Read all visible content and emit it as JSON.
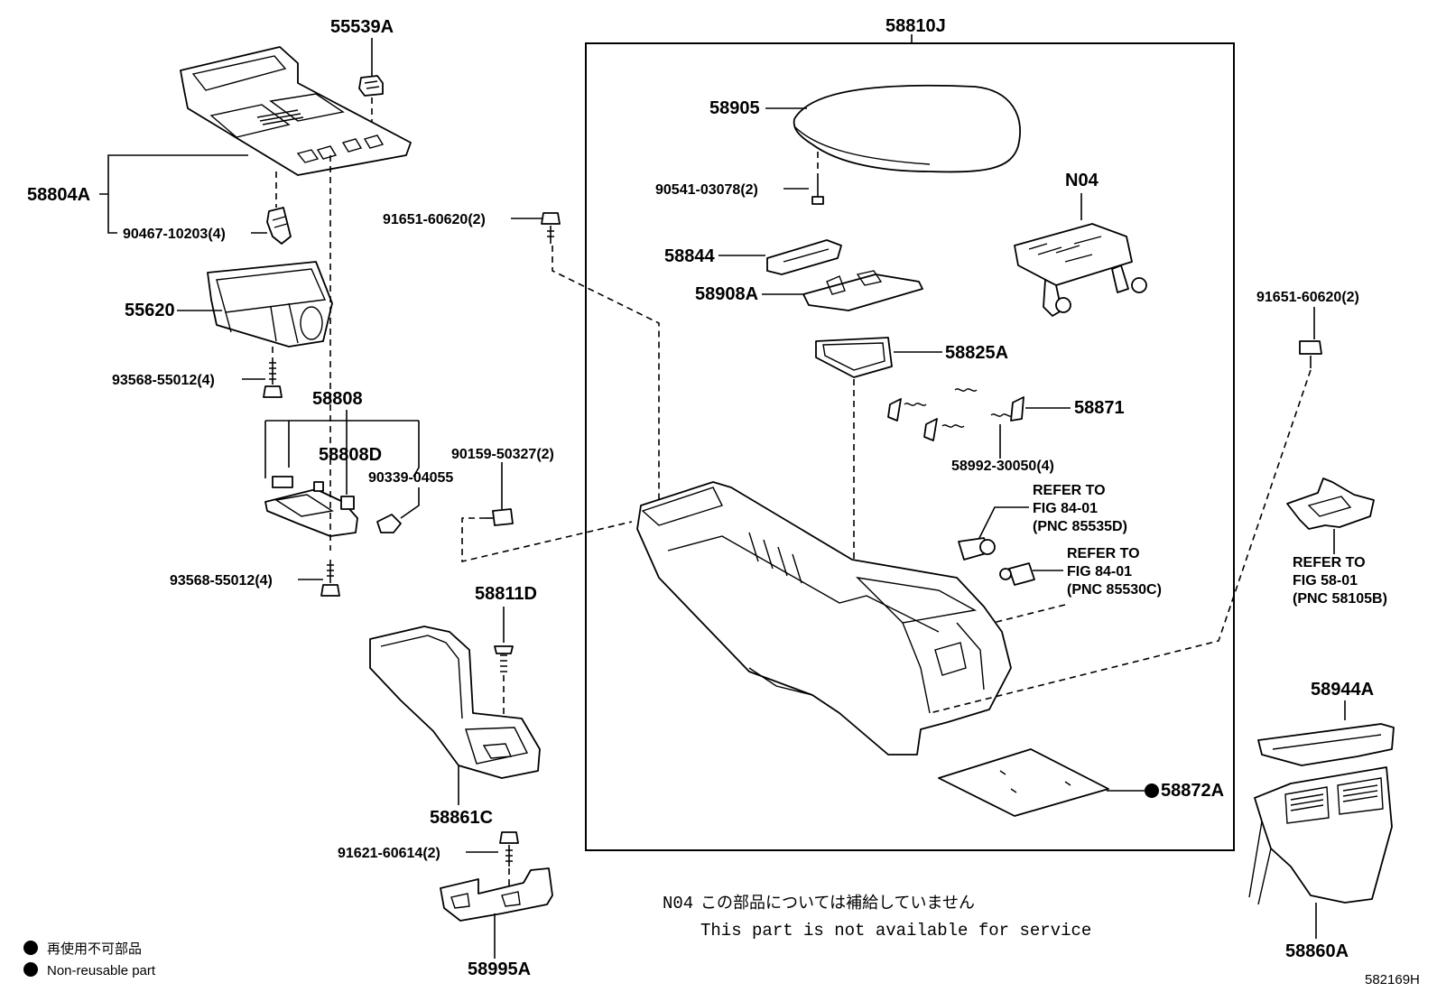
{
  "labels": {
    "p55539A": "55539A",
    "p58804A": "58804A",
    "p90467": "90467-10203(4)",
    "p55620": "55620",
    "p93568a": "93568-55012(4)",
    "p58808": "58808",
    "p58808D": "58808D",
    "p90339": "90339-04055",
    "p93568b": "93568-55012(4)",
    "p91651a": "91651-60620(2)",
    "p90159": "90159-50327(2)",
    "p58811D": "58811D",
    "p58861C": "58861C",
    "p91621": "91621-60614(2)",
    "p58995A": "58995A",
    "p58810J": "58810J",
    "p58905": "58905",
    "p90541": "90541-03078(2)",
    "pN04": "N04",
    "p58844": "58844",
    "p58908A": "58908A",
    "p58825A": "58825A",
    "p58871": "58871",
    "p58992": "58992-30050(4)",
    "p58872A": "58872A",
    "p91651b": "91651-60620(2)",
    "p58944A": "58944A",
    "p58860A": "58860A"
  },
  "refers": {
    "r1": [
      "REFER TO",
      "FIG 84-01",
      "(PNC 85535D)"
    ],
    "r2": [
      "REFER TO",
      "FIG 84-01",
      "(PNC 85530C)"
    ],
    "r3": [
      "REFER TO",
      "FIG 58-01",
      "(PNC 58105B)"
    ]
  },
  "note": {
    "code": "N04",
    "japanese": "この部品については補給していません",
    "english": "This part is not available for service"
  },
  "legend": {
    "japanese": "再使用不可部品",
    "english": "Non-reusable part"
  },
  "figure_id": "582169H"
}
